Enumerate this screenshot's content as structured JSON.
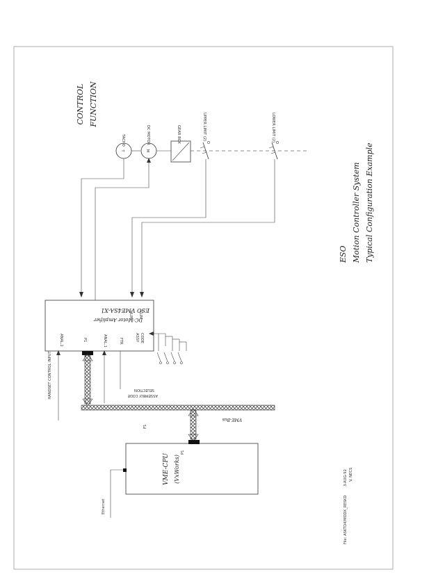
{
  "control_function": {
    "line1": "CONTROL",
    "line2": "FUNCTION"
  },
  "components": {
    "tacho": {
      "symbol": "T",
      "label": "TACHO"
    },
    "dc_motor": {
      "symbol": "M",
      "label": "DC MOTOR"
    },
    "gear_box": {
      "label": "GEAR BOX"
    },
    "upper_limit": {
      "label": "UPPER LIMIT (2)"
    },
    "lower_limit": {
      "label": "LOWER LIMIT (2)"
    }
  },
  "amplifier": {
    "title": "ESO VME4SA-X1",
    "subtitle": "DC-Motor Amplifier",
    "ports": {
      "ulim": "ULIM",
      "llim": "LLIM",
      "assy_code_1": "ASSY",
      "assy_code_2": "CODE",
      "ftr": "FTR",
      "anal1": "ANAL.1",
      "anal2": "ANAL.2",
      "p1": "P1"
    }
  },
  "assembly_code_selection": {
    "line1": "ASSEMBLY CODE",
    "line2": "SELECTION"
  },
  "handset": "HANDSET CONTROL INPUT",
  "vme_bus": "VME-Bus",
  "cpu": {
    "title": "VME-CPU",
    "subtitle": "(VxWorks)",
    "p1": "P1",
    "p1_top": "P1"
  },
  "ethernet": "Ethernet",
  "system_title": {
    "line1": "ESO",
    "line2": "Motion Controller System",
    "line3": "Typical Configuration Example"
  },
  "footer": {
    "file": "File: ASKTD4/MODX_RESKD",
    "date": "3-AUG-92",
    "author": "V. NECS"
  }
}
